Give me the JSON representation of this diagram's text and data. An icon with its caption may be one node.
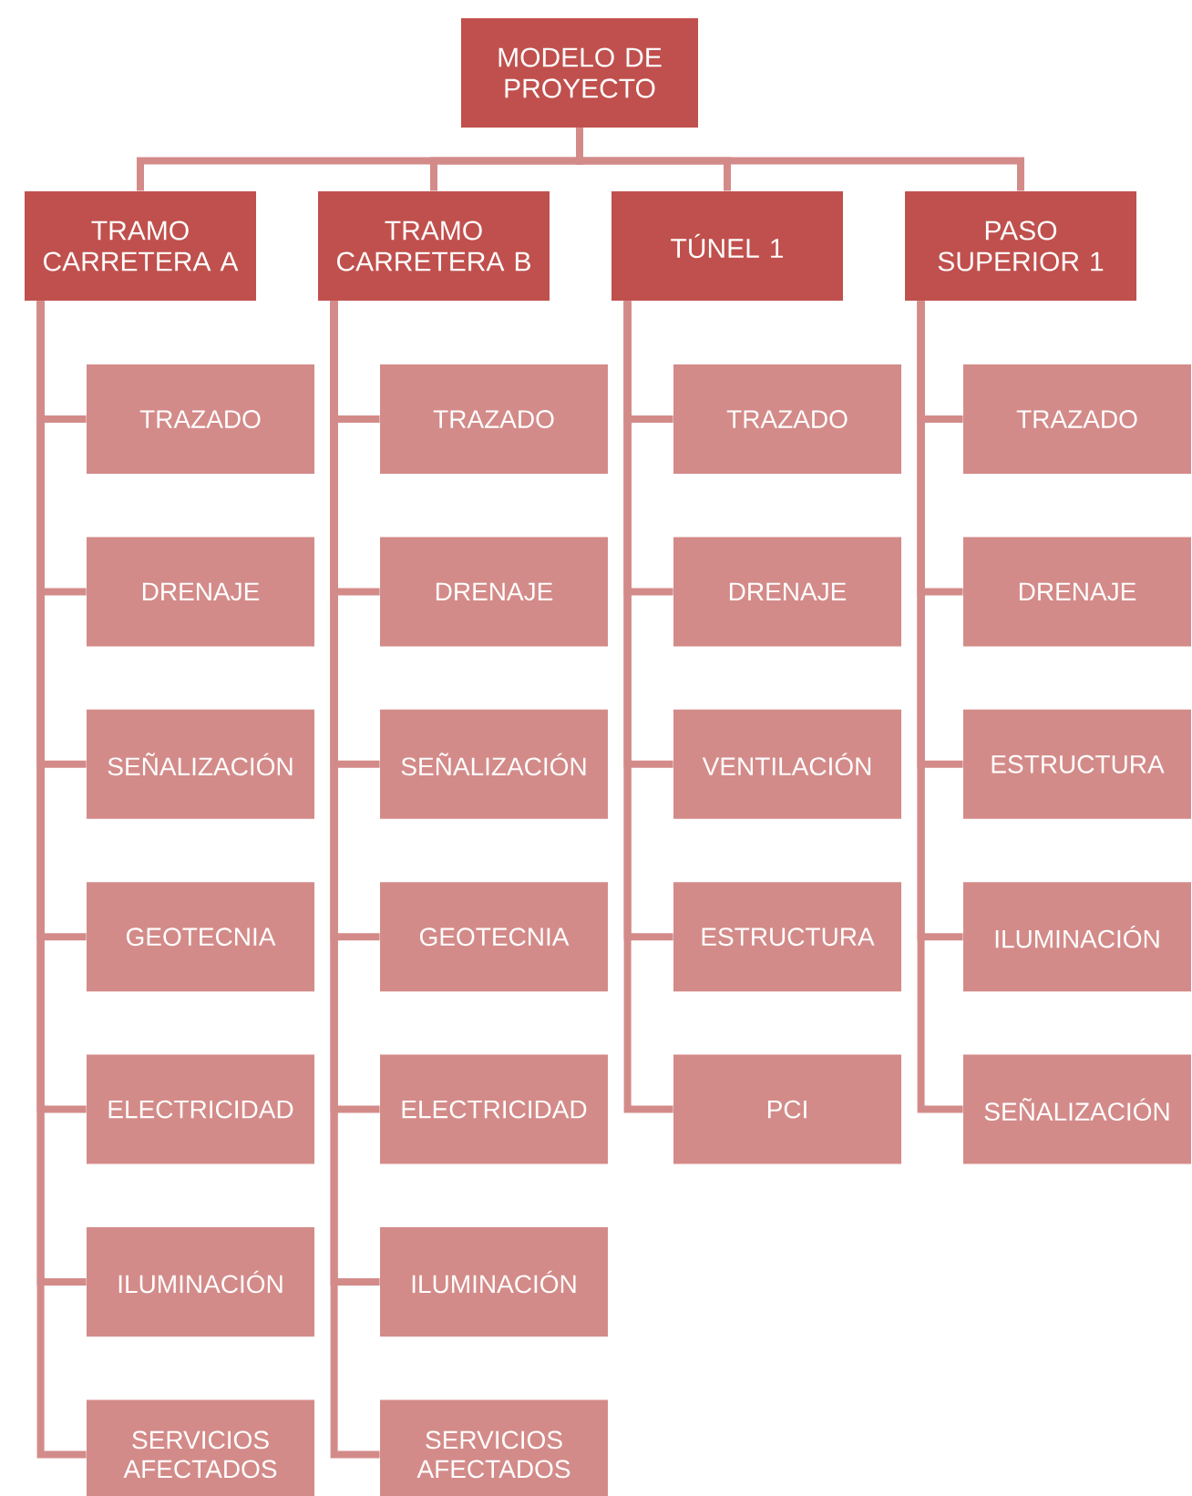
{
  "diagram": {
    "nodes": [
      {
        "text": [
          "MODELO DE PROYECTO"
        ]
      },
      {
        "text": [
          "TRAMO CARRETERA A"
        ]
      },
      {
        "text": [
          "TRAMO CARRETERA B"
        ]
      },
      {
        "text": [
          "TÚNEL 1"
        ]
      },
      {
        "text": [
          "PASO SUPERIOR 1"
        ]
      },
      {
        "text": [
          "TRAZADO"
        ]
      },
      {
        "text": [
          "DRENAJE"
        ]
      },
      {
        "text": [
          "SEÑALIZACIÓN"
        ]
      },
      {
        "text": [
          "GEOTECNIA"
        ]
      },
      {
        "text": [
          "ELECTRICIDAD"
        ]
      },
      {
        "text": [
          "ILUMINACIÓN"
        ]
      },
      {
        "text": [
          "SERVICIOS AFECTADOS"
        ]
      },
      {
        "text": [
          "TRAZADO"
        ]
      },
      {
        "text": [
          "DRENAJE"
        ]
      },
      {
        "text": [
          "SEÑALIZACIÓN"
        ]
      },
      {
        "text": [
          "GEOTECNIA"
        ]
      },
      {
        "text": [
          "ELECTRICIDAD"
        ]
      },
      {
        "text": [
          "ILUMINACIÓN"
        ]
      },
      {
        "text": [
          "SERVICIOS AFECTADOS"
        ]
      },
      {
        "text": [
          "TRAZADO"
        ]
      },
      {
        "text": [
          "DRENAJE"
        ]
      },
      {
        "text": [
          "VENTILACIÓN"
        ]
      },
      {
        "text": [
          "ESTRUCTURA"
        ]
      },
      {
        "text": [
          "PCI"
        ]
      },
      {
        "text": [
          "TRAZADO"
        ]
      },
      {
        "text": [
          "DRENAJE"
        ]
      },
      {
        "text": [
          "ESTRUCTURA"
        ]
      },
      {
        "text": [
          "ILUMINACIÓN"
        ]
      },
      {
        "text": [
          "SEÑALIZACIÓN"
        ]
      }
    ],
    "edges": [
      {
        "from": 0,
        "to": 1,
        "arrow": "none"
      },
      {
        "from": 0,
        "to": 2,
        "arrow": "none"
      },
      {
        "from": 0,
        "to": 3,
        "arrow": "none"
      },
      {
        "from": 0,
        "to": 4,
        "arrow": "none"
      },
      {
        "from": 1,
        "to": 5,
        "arrow": "none"
      },
      {
        "from": 1,
        "to": 6,
        "arrow": "none"
      },
      {
        "from": 1,
        "to": 7,
        "arrow": "none"
      },
      {
        "from": 1,
        "to": 8,
        "arrow": "none"
      },
      {
        "from": 1,
        "to": 9,
        "arrow": "none"
      },
      {
        "from": 1,
        "to": 10,
        "arrow": "none"
      },
      {
        "from": 1,
        "to": 11,
        "arrow": "none"
      },
      {
        "from": 2,
        "to": 12,
        "arrow": "none"
      },
      {
        "from": 2,
        "to": 13,
        "arrow": "none"
      },
      {
        "from": 2,
        "to": 14,
        "arrow": "none"
      },
      {
        "from": 2,
        "to": 15,
        "arrow": "none"
      },
      {
        "from": 2,
        "to": 16,
        "arrow": "none"
      },
      {
        "from": 2,
        "to": 17,
        "arrow": "none"
      },
      {
        "from": 2,
        "to": 18,
        "arrow": "none"
      },
      {
        "from": 3,
        "to": 19,
        "arrow": "none"
      },
      {
        "from": 3,
        "to": 20,
        "arrow": "none"
      },
      {
        "from": 3,
        "to": 21,
        "arrow": "none"
      },
      {
        "from": 3,
        "to": 22,
        "arrow": "none"
      },
      {
        "from": 3,
        "to": 23,
        "arrow": "none"
      },
      {
        "from": 4,
        "to": 24,
        "arrow": "none"
      },
      {
        "from": 4,
        "to": 25,
        "arrow": "none"
      },
      {
        "from": 4,
        "to": 26,
        "arrow": "none"
      },
      {
        "from": 4,
        "to": 27,
        "arrow": "none"
      },
      {
        "from": 4,
        "to": 28,
        "arrow": "none"
      }
    ]
  }
}
